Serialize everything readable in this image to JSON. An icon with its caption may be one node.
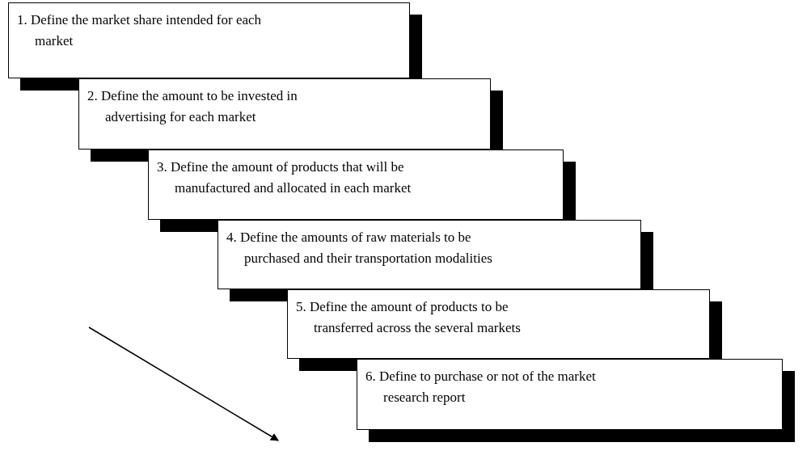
{
  "diagram": {
    "nodes": [
      {
        "text": [
          "1. Define the market share intended for each market"
        ]
      },
      {
        "text": [
          "2. Define the amount to be invested in advertising for each market"
        ]
      },
      {
        "text": [
          "3. Define the amount of products that will be manufactured and allocated in each market"
        ]
      },
      {
        "text": [
          "4. Define the amounts of raw materials to be purchased and their transportation modalities"
        ]
      },
      {
        "text": [
          "5. Define the amount of products to be transferred across the several markets"
        ]
      },
      {
        "text": [
          "6. Define to purchase or not of the market research report"
        ]
      }
    ]
  }
}
